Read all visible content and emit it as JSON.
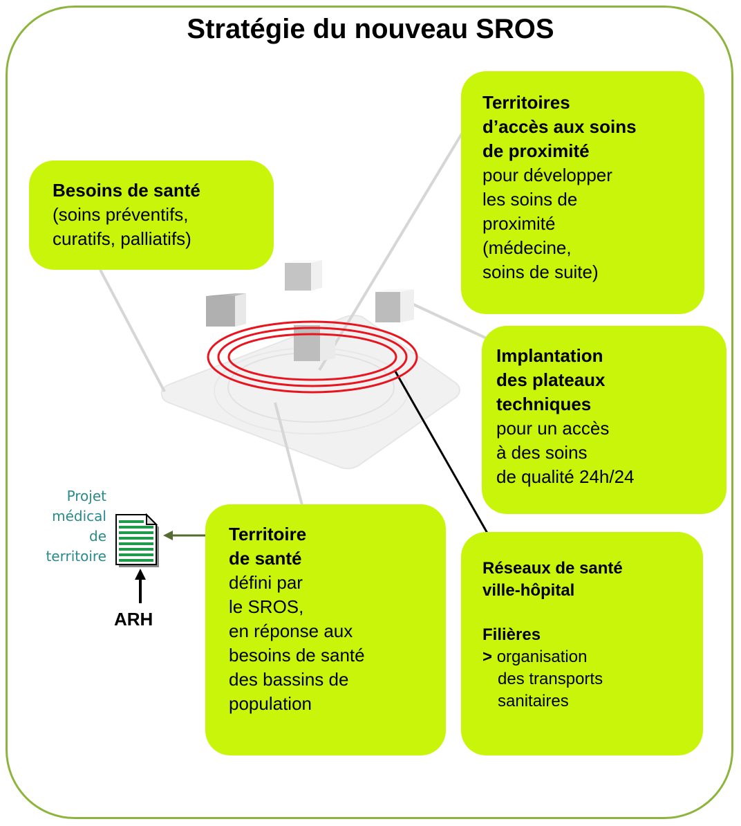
{
  "title": "Stratégie du nouveau SROS",
  "boxes": {
    "besoins": {
      "heading": "Besoins de santé",
      "lines": [
        "(soins préventifs,",
        "curatifs, palliatifs)"
      ]
    },
    "proximite": {
      "heading_lines": [
        "Territoires",
        "d’accès aux soins",
        "de proximité"
      ],
      "lines": [
        "pour développer",
        "les soins de",
        "proximité",
        "(médecine,",
        "soins de suite)"
      ]
    },
    "plateaux": {
      "heading_lines": [
        "Implantation",
        "des plateaux",
        "techniques"
      ],
      "lines": [
        "pour un accès",
        "à des soins",
        "de qualité 24h/24"
      ]
    },
    "territoire": {
      "heading_lines": [
        "Territoire",
        "de santé"
      ],
      "lines": [
        "défini par",
        "le SROS,",
        "en réponse aux",
        "besoins de santé",
        "des bassins de",
        "population"
      ]
    },
    "reseaux": {
      "heading_lines": [
        "Réseaux de santé",
        "ville-hôpital"
      ],
      "filieres": "Filières",
      "bullet": ">",
      "bullet_lines": [
        "organisation",
        "des transports",
        "sanitaires"
      ]
    }
  },
  "projet_medical": [
    "Projet",
    "médical",
    "de",
    "territoire"
  ],
  "arh": "ARH",
  "colors": {
    "box_fill": "#c8f50a",
    "frame": "#8db43c",
    "rings": "#e8141e",
    "projet_text": "#2a8a8a",
    "connector_arrow": "#556b2f"
  }
}
